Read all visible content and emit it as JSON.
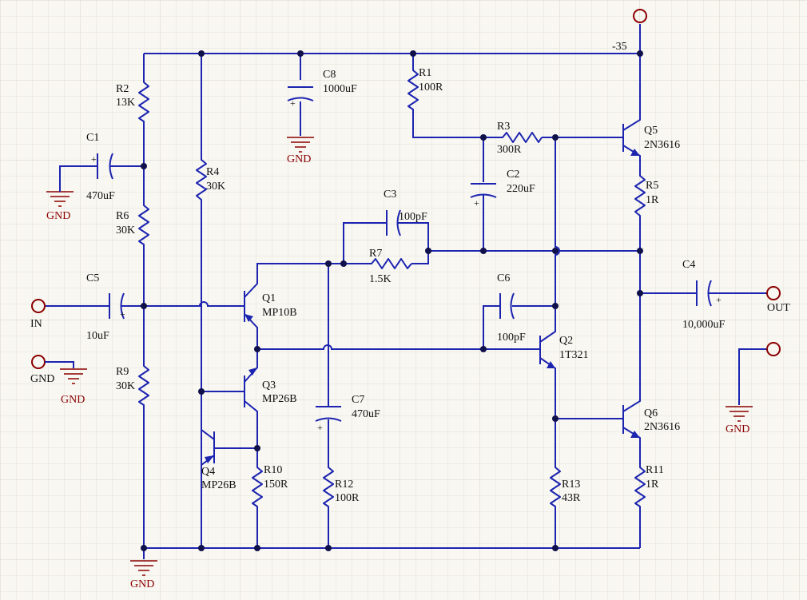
{
  "supply": "-35",
  "components": {
    "R1": {
      "ref": "R1",
      "value": "100R"
    },
    "R2": {
      "ref": "R2",
      "value": "13K"
    },
    "R3": {
      "ref": "R3",
      "value": "300R"
    },
    "R4": {
      "ref": "R4",
      "value": "30K"
    },
    "R5": {
      "ref": "R5",
      "value": "1R"
    },
    "R6": {
      "ref": "R6",
      "value": "30K"
    },
    "R7": {
      "ref": "R7",
      "value": "1.5K"
    },
    "R9": {
      "ref": "R9",
      "value": "30K"
    },
    "R10": {
      "ref": "R10",
      "value": "150R"
    },
    "R11": {
      "ref": "R11",
      "value": "1R"
    },
    "R12": {
      "ref": "R12",
      "value": "100R"
    },
    "R13": {
      "ref": "R13",
      "value": "43R"
    },
    "C1": {
      "ref": "C1",
      "value": "470uF"
    },
    "C2": {
      "ref": "C2",
      "value": "220uF"
    },
    "C3": {
      "ref": "C3",
      "value": "100pF"
    },
    "C4": {
      "ref": "C4",
      "value": "10,000uF"
    },
    "C5": {
      "ref": "C5",
      "value": "10uF"
    },
    "C6": {
      "ref": "C6",
      "value": "100pF"
    },
    "C7": {
      "ref": "C7",
      "value": "470uF"
    },
    "C8": {
      "ref": "C8",
      "value": "1000uF"
    },
    "Q1": {
      "ref": "Q1",
      "value": "MP10B"
    },
    "Q2": {
      "ref": "Q2",
      "value": "1T321"
    },
    "Q3": {
      "ref": "Q3",
      "value": "MP26B"
    },
    "Q4": {
      "ref": "Q4",
      "value": "MP26B"
    },
    "Q5": {
      "ref": "Q5",
      "value": "2N3616"
    },
    "Q6": {
      "ref": "Q6",
      "value": "2N3616"
    }
  },
  "ports": {
    "in": "IN",
    "out": "OUT",
    "gnd": "GND"
  },
  "ground_label": "GND",
  "polarity": "+"
}
